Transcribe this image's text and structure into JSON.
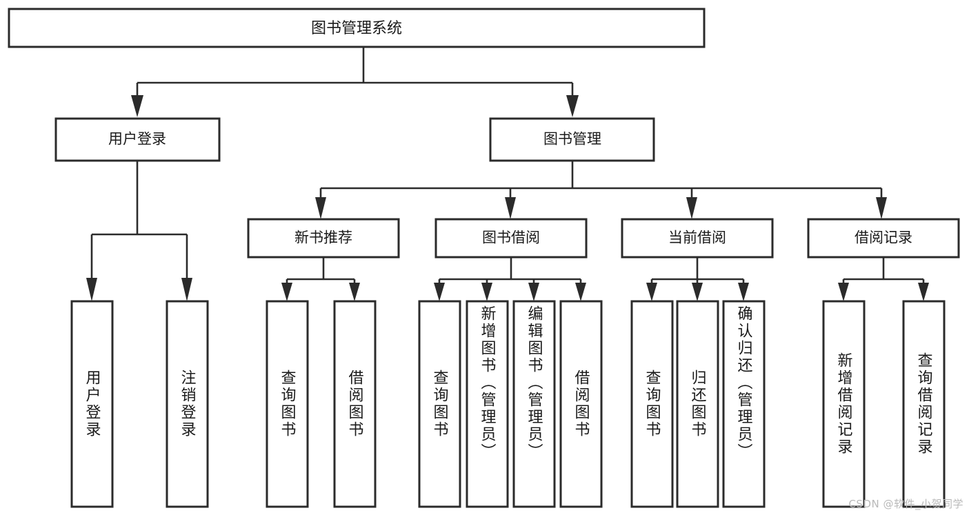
{
  "diagram": {
    "type": "hierarchy-tree",
    "orientation": "top-down",
    "title": "图书管理系统",
    "levels": 3,
    "root": {
      "id": "root",
      "label": "图书管理系统"
    },
    "level2": [
      {
        "id": "user-login",
        "label": "用户登录"
      },
      {
        "id": "book-manage",
        "label": "图书管理"
      }
    ],
    "level3": [
      {
        "id": "new-book-recommend",
        "label": "新书推荐",
        "parent": "book-manage"
      },
      {
        "id": "book-borrow",
        "label": "图书借阅",
        "parent": "book-manage"
      },
      {
        "id": "current-borrow",
        "label": "当前借阅",
        "parent": "book-manage"
      },
      {
        "id": "borrow-record",
        "label": "借阅记录",
        "parent": "book-manage"
      }
    ],
    "leaves": [
      {
        "id": "leaf-user-login",
        "label": "用户登录",
        "parent": "user-login"
      },
      {
        "id": "leaf-logout-login",
        "label": "注销登录",
        "parent": "user-login"
      },
      {
        "id": "leaf-query-book-1",
        "label": "查询图书",
        "parent": "new-book-recommend"
      },
      {
        "id": "leaf-borrow-book-1",
        "label": "借阅图书",
        "parent": "new-book-recommend"
      },
      {
        "id": "leaf-query-book-2",
        "label": "查询图书",
        "parent": "book-borrow"
      },
      {
        "id": "leaf-add-book",
        "label": "新增图书（管理员）",
        "parent": "book-borrow"
      },
      {
        "id": "leaf-edit-book",
        "label": "编辑图书（管理员）",
        "parent": "book-borrow"
      },
      {
        "id": "leaf-borrow-book-2",
        "label": "借阅图书",
        "parent": "book-borrow"
      },
      {
        "id": "leaf-query-book-3",
        "label": "查询图书",
        "parent": "current-borrow"
      },
      {
        "id": "leaf-return-book",
        "label": "归还图书",
        "parent": "current-borrow"
      },
      {
        "id": "leaf-confirm-return",
        "label": "确认归还（管理员）",
        "parent": "current-borrow"
      },
      {
        "id": "leaf-add-record",
        "label": "新增借阅记录",
        "parent": "borrow-record"
      },
      {
        "id": "leaf-query-record",
        "label": "查询借阅记录",
        "parent": "borrow-record"
      }
    ],
    "colors": {
      "box_stroke": "#2b2b2b",
      "box_fill": "#ffffff",
      "line": "#2b2b2b",
      "text": "#1a1a1a",
      "background": "#ffffff",
      "watermark": "#b9b9b9"
    }
  },
  "watermark": {
    "text": "CSDN @软件_小贺同学"
  }
}
